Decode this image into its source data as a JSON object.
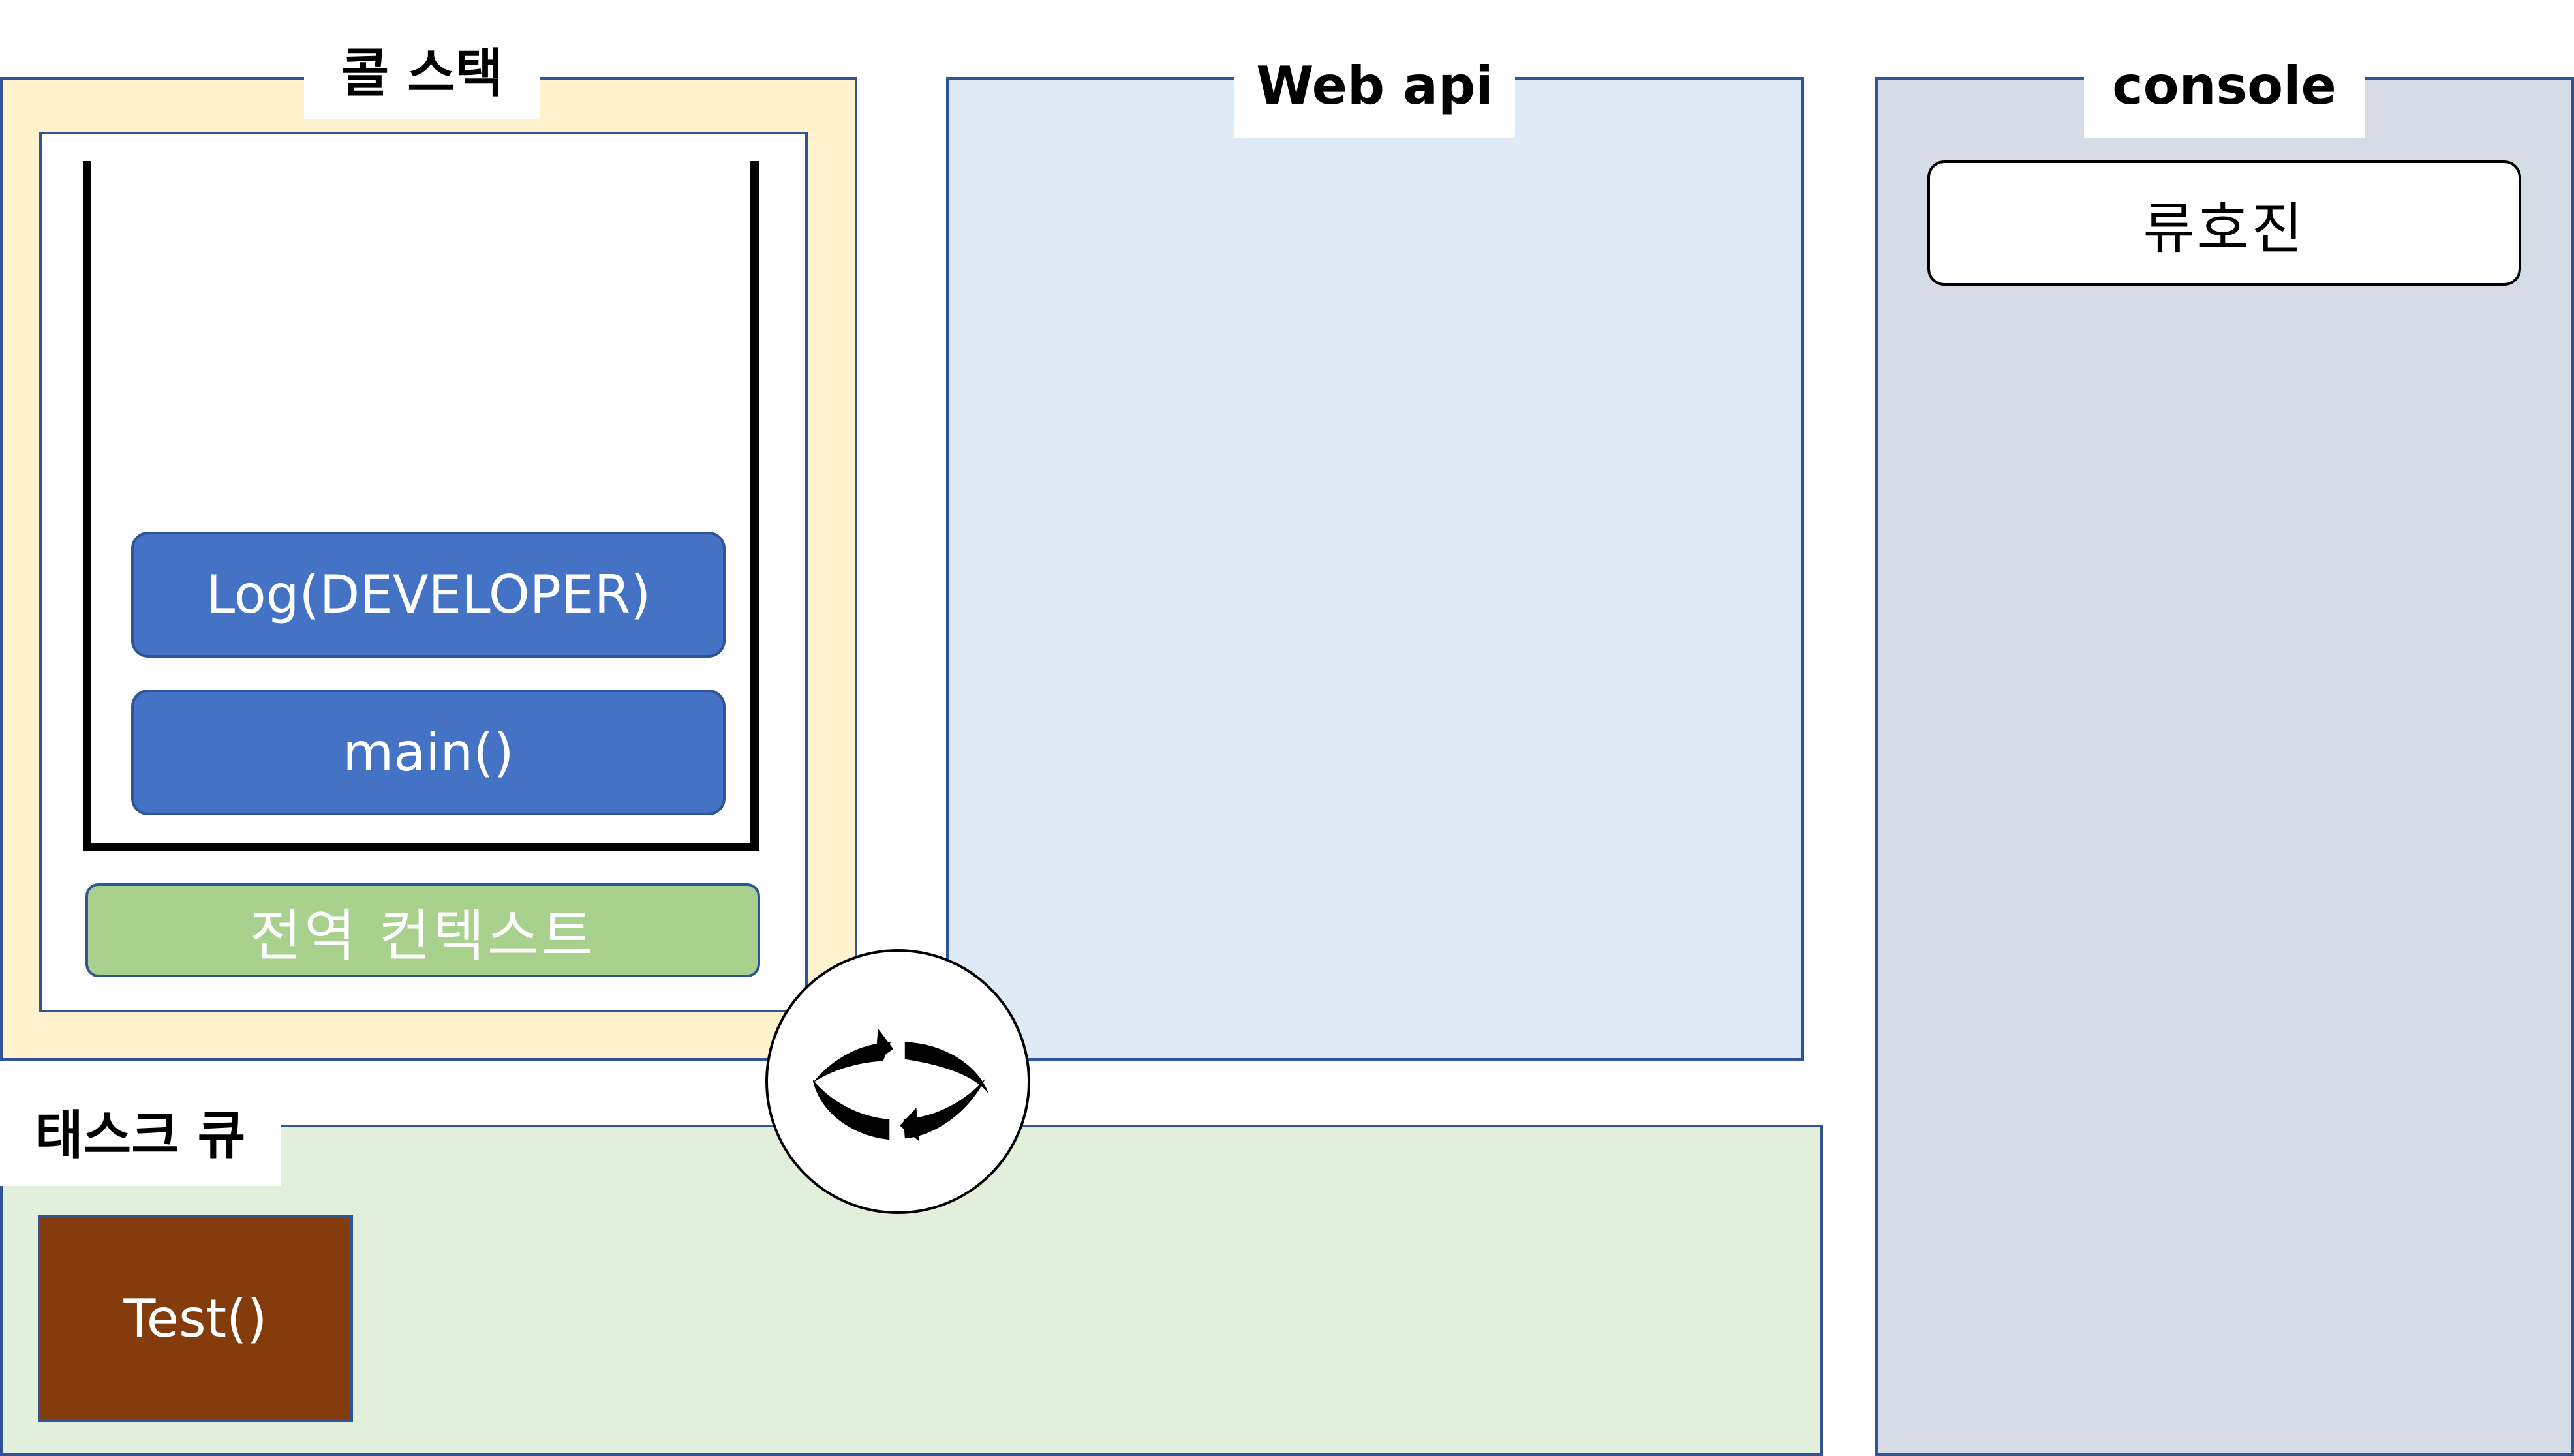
{
  "call_stack": {
    "title": "콜 스택",
    "frames": [
      "Log(DEVELOPER)",
      "main()"
    ],
    "global_context": "전역 컨텍스트"
  },
  "web_api": {
    "title": "Web api"
  },
  "console": {
    "title": "console",
    "entries": [
      "류호진"
    ]
  },
  "task_queue": {
    "title": "태스크 큐",
    "tasks": [
      "Test()"
    ]
  },
  "event_loop": {
    "icon": "refresh-cycle-icon"
  },
  "colors": {
    "call_stack_bg": "#fff2cc",
    "web_api_bg": "#deebf7",
    "console_bg": "#d6dce5",
    "task_queue_bg": "#e2efda",
    "frame_fill": "#4472c4",
    "global_context_fill": "#a9d18e",
    "task_fill": "#843c0c",
    "border": "#2f5597"
  }
}
